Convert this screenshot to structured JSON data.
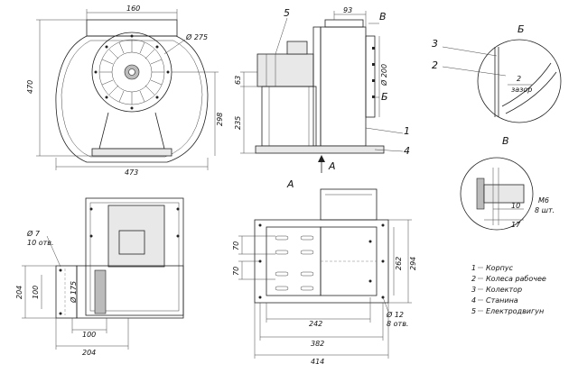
{
  "front_view": {
    "dims": {
      "outlet_width": "160",
      "wheel_dia": "Ø 275",
      "height_total": "470",
      "axis_height": "298",
      "width_total": "473"
    }
  },
  "side_view": {
    "callouts": {
      "c5": "5",
      "cB": "В",
      "cB2": "Б",
      "c1": "1",
      "c4": "4",
      "cA": "А"
    },
    "dims": {
      "top": "93",
      "inlet_dia": "Ø 200",
      "d63": "63",
      "d235": "235"
    }
  },
  "detail_b": {
    "title": "Б",
    "callouts": {
      "c3": "3",
      "c2": "2"
    },
    "gap_value": "2",
    "gap_label": "зазор"
  },
  "detail_v": {
    "title": "В",
    "bolt": "M6",
    "bolt_qty": "8 шт.",
    "d10": "10",
    "d17": "17"
  },
  "plan_view": {
    "dims": {
      "hole_dia": "Ø 7",
      "hole_qty": "10 отв.",
      "d204v": "204",
      "d100v": "100",
      "d175": "Ø 175",
      "d100h": "100",
      "d204h": "204"
    }
  },
  "view_a": {
    "title": "А",
    "dims": {
      "d70a": "70",
      "d70b": "70",
      "d262": "262",
      "d294": "294",
      "hole_dia": "Ø 12",
      "hole_qty": "8 отв.",
      "d242": "242",
      "d382": "382",
      "d414": "414"
    }
  },
  "legend": [
    {
      "num": "1",
      "text": "Корпус"
    },
    {
      "num": "2",
      "text": "Колеса рабочее"
    },
    {
      "num": "3",
      "text": "Колектор"
    },
    {
      "num": "4",
      "text": "Станина"
    },
    {
      "num": "5",
      "text": "Електродвигун"
    }
  ]
}
